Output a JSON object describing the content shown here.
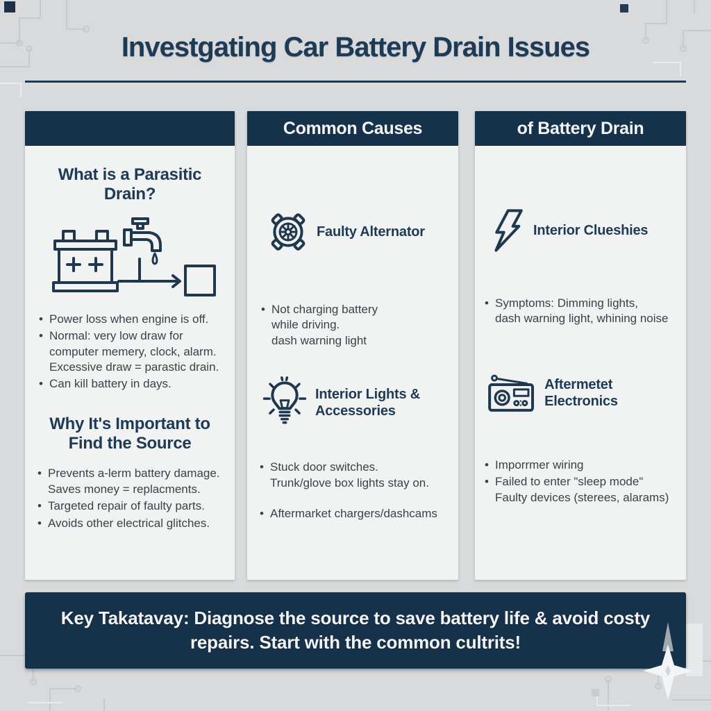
{
  "colors": {
    "navy": "#16314a",
    "title": "#1e3a55",
    "text": "#3c4149",
    "panel": "#f1f2f2",
    "bg": "#d8dadc",
    "white": "#f2f4f6"
  },
  "glyphs": {
    "bullet": "•"
  },
  "title": "Investgating Car Battery Drain Issues",
  "columns": [
    {
      "header": "",
      "heading1": "What is a Parasitic\nDrain?",
      "diagram_icon": "battery-drain-diagram",
      "list1": [
        "Power loss when engine is off.",
        "Normal: very low draw for\ncomputer memery, clock, alarm.\nExcessive draw = parastic drain.",
        "Can kill battery in days."
      ],
      "heading2": "Why It's Important to\nFind the Source",
      "list2": [
        "Prevents a-lerm battery damage.\nSaves money = replacments.",
        "Targeted repair of faulty parts.",
        "Avoids other electrical glitches."
      ]
    },
    {
      "header": "Common Causes",
      "items": [
        {
          "icon": "alternator-icon",
          "label": "Faulty Alternator",
          "bullets": [
            "Not charging battery\nwhile driving.\ndash warning light"
          ]
        },
        {
          "icon": "lightbulb-icon",
          "label": "Interior Lights &\nAccessories",
          "bullets": [
            "Stuck door switches.\nTrunk/glove box lights stay on.",
            "Aftermarket chargers/dashcams"
          ]
        }
      ]
    },
    {
      "header": "of Battery Drain",
      "items": [
        {
          "icon": "lightning-bolt-icon",
          "label": "Interior Clueshies",
          "bullets": [
            "Symptoms: Dimming lights,\ndash warning light, whining noise"
          ]
        },
        {
          "icon": "radio-icon",
          "label": "Aftermetet Electronics",
          "bullets": [
            "Imporrmer wiring",
            "Failed to enter \"sleep mode\"\nFaulty devices (sterees, alarams)"
          ]
        }
      ]
    }
  ],
  "footer": {
    "text": "Key Takatavay: Diagnose the source to save battery life & avoid costy\nrepairs. Start with the common cultrits!"
  }
}
